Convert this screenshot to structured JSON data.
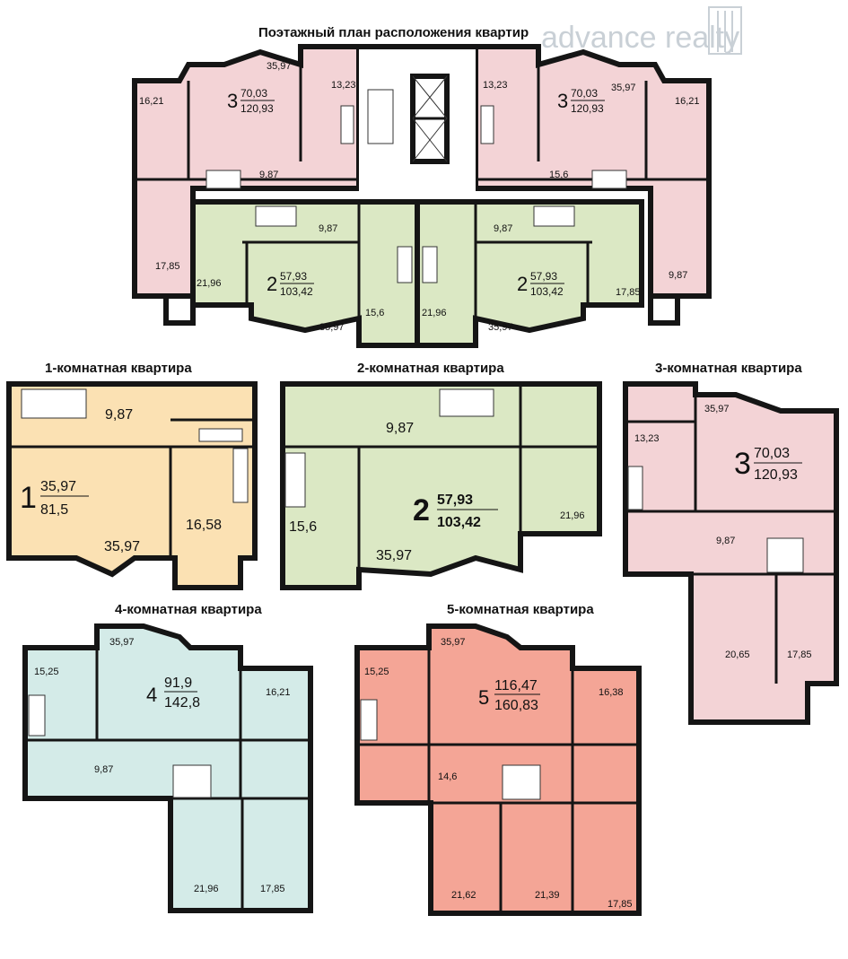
{
  "logo": {
    "text": "advance realty"
  },
  "floor_plan": {
    "title": "Поэтажный план расположения квартир",
    "labels": [
      "35,97",
      "13,23",
      "16,21",
      "9,87",
      "17,85",
      "21,96",
      "15,6",
      "13,23",
      "35,97",
      "16,21",
      "9,87",
      "17,85",
      "21,96",
      "15,6",
      "9,87",
      "9,87",
      "35,97",
      "35,97"
    ],
    "apt3_left": {
      "rooms": "3",
      "living": "70,03",
      "total": "120,93"
    },
    "apt3_right": {
      "rooms": "3",
      "living": "70,03",
      "total": "120,93"
    },
    "apt2_left": {
      "rooms": "2",
      "living": "57,93",
      "total": "103,42"
    },
    "apt2_right": {
      "rooms": "2",
      "living": "57,93",
      "total": "103,42"
    }
  },
  "apt1": {
    "title": "1-комнатная квартира",
    "rooms": "1",
    "living": "35,97",
    "total": "81,5",
    "labels": [
      "9,87",
      "16,58",
      "35,97"
    ]
  },
  "apt2": {
    "title": "2-комнатная квартира",
    "rooms": "2",
    "living": "57,93",
    "total": "103,42",
    "labels": [
      "9,87",
      "15,6",
      "35,97",
      "21,96"
    ]
  },
  "apt3": {
    "title": "3-комнатная квартира",
    "rooms": "3",
    "living": "70,03",
    "total": "120,93",
    "labels": [
      "35,97",
      "13,23",
      "9,87",
      "20,65",
      "17,85"
    ]
  },
  "apt4": {
    "title": "4-комнатная квартира",
    "rooms": "4",
    "living": "91,9",
    "total": "142,8",
    "labels": [
      "35,97",
      "15,25",
      "16,21",
      "9,87",
      "21,96",
      "17,85"
    ]
  },
  "apt5": {
    "title": "5-комнатная квартира",
    "rooms": "5",
    "living": "116,47",
    "total": "160,83",
    "labels": [
      "35,97",
      "15,25",
      "16,38",
      "14,6",
      "21,62",
      "21,39",
      "17,85"
    ]
  },
  "colors": {
    "pink": "#f3d3d6",
    "pink_strong": "#f4a596",
    "green": "#dbe8c4",
    "peach": "#fbe1b3",
    "teal": "#d4ebe8",
    "wall": "#151515"
  }
}
